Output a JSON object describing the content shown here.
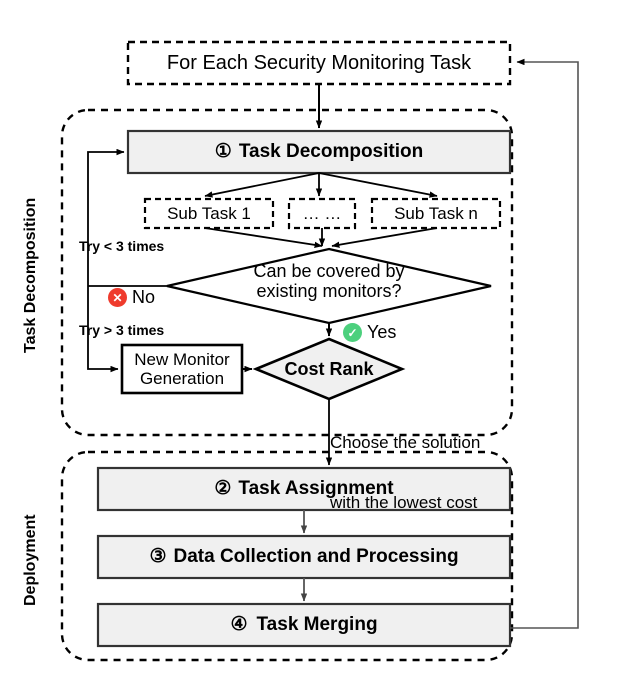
{
  "diagram": {
    "title_box": {
      "label": "For Each Security Monitoring Task"
    },
    "sections": [
      {
        "id": "task-decomposition",
        "label": "Task Decomposition"
      },
      {
        "id": "deployment",
        "label": "Deployment"
      }
    ],
    "steps": [
      {
        "num": "①",
        "label": "Task Decomposition"
      },
      {
        "num": "②",
        "label": "Task Assignment"
      },
      {
        "num": "③",
        "label": "Data Collection and Processing"
      },
      {
        "num": "④",
        "label": "Task Merging"
      }
    ],
    "subtasks": [
      {
        "label": "Sub Task 1"
      },
      {
        "label": "… …"
      },
      {
        "label": "Sub Task n"
      }
    ],
    "decision": {
      "line1": "Can be covered by",
      "line2": "existing monitors?"
    },
    "cost_rank": {
      "label": "Cost Rank"
    },
    "new_monitor": {
      "line1": "New Monitor",
      "line2": "Generation"
    },
    "branches": {
      "no": {
        "label": "No",
        "glyph": "✕",
        "color": "#ef3b2d"
      },
      "yes": {
        "label": "Yes",
        "glyph": "✓",
        "color": "#4cd07d"
      }
    },
    "retry_labels": {
      "lt": "Try < 3 times",
      "gt": "Try > 3 times"
    },
    "annotation": {
      "line1": "Choose the solution",
      "line2": "with the lowest cost"
    },
    "colors": {
      "node_fill": "#f0f0f0",
      "stroke": "#000000",
      "arrow_gray": "#555555"
    }
  }
}
